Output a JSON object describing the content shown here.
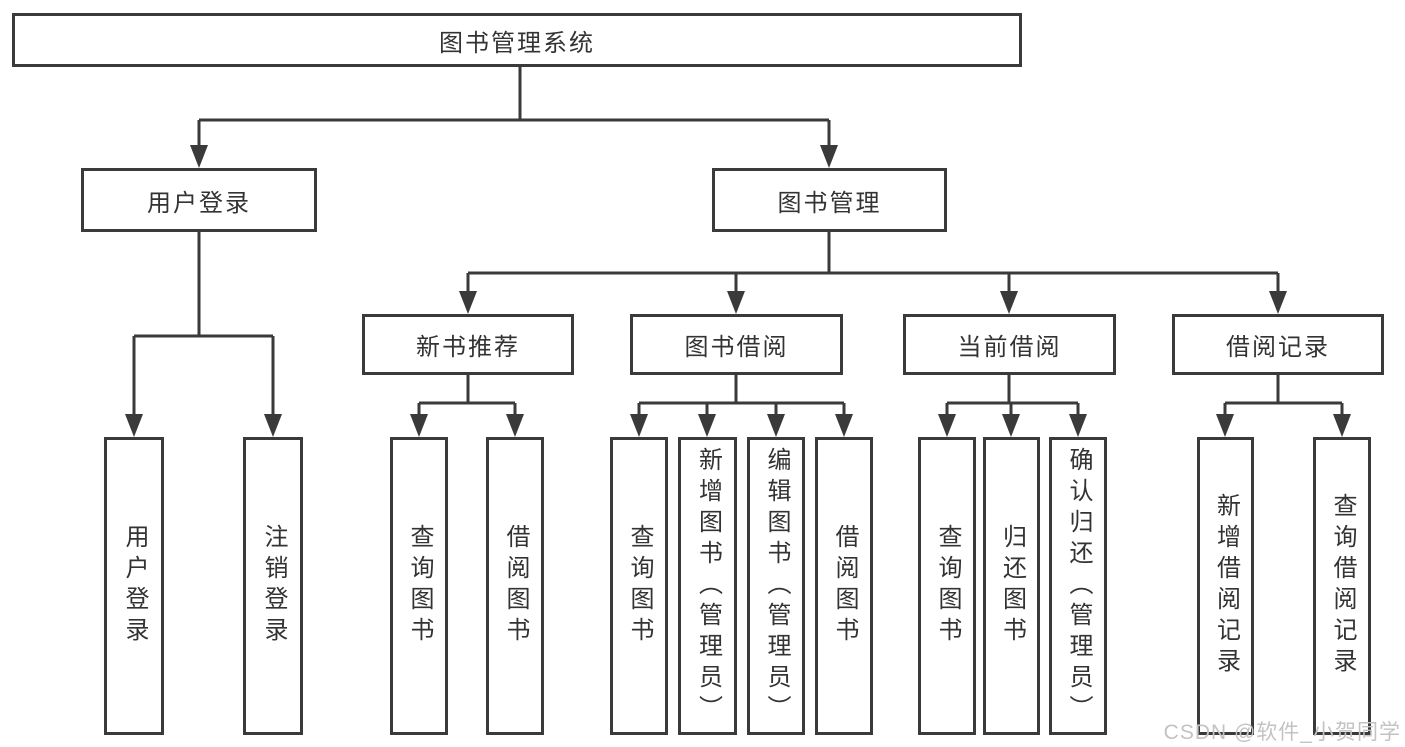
{
  "tree": {
    "label": "图书管理系统",
    "children": [
      {
        "label": "用户登录",
        "children": [
          {
            "label": "用户登录"
          },
          {
            "label": "注销登录"
          }
        ]
      },
      {
        "label": "图书管理",
        "children": [
          {
            "label": "新书推荐",
            "children": [
              {
                "label": "查询图书"
              },
              {
                "label": "借阅图书"
              }
            ]
          },
          {
            "label": "图书借阅",
            "children": [
              {
                "label": "查询图书"
              },
              {
                "label": "新增图书（管理员）"
              },
              {
                "label": "编辑图书（管理员）"
              },
              {
                "label": "借阅图书"
              }
            ]
          },
          {
            "label": "当前借阅",
            "children": [
              {
                "label": "查询图书"
              },
              {
                "label": "归还图书"
              },
              {
                "label": "确认归还（管理员）"
              }
            ]
          },
          {
            "label": "借阅记录",
            "children": [
              {
                "label": "新增借阅记录"
              },
              {
                "label": "查询借阅记录"
              }
            ]
          }
        ]
      }
    ]
  },
  "watermark": {
    "text": "CSDN @软件_小贺同学"
  },
  "colors": {
    "line": "#3a3a3a",
    "text": "#333333",
    "watermark": "#c3c3c3",
    "background": "#ffffff"
  }
}
